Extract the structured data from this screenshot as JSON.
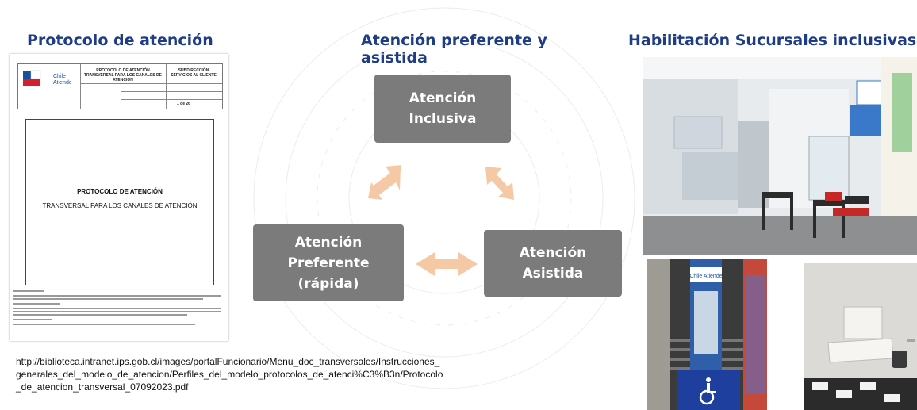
{
  "sections": {
    "protocolo_title": "Protocolo de atención",
    "preferente_title": "Atención preferente y asistida",
    "sucursales_title": "Habilitación Sucursales inclusivas"
  },
  "document": {
    "logo_text": "Chile Atiende",
    "header_title": "PROTOCOLO DE ATENCIÓN TRANSVERSAL PARA LOS CANALES DE ATENCIÓN",
    "header_unit": "SUBDIRECCIÓN SERVICIOS AL CLIENTE",
    "page_label": "1 de 26",
    "main_title_1": "PROTOCOLO DE ATENCIÓN",
    "main_title_2": "TRANSVERSAL PARA LOS CANALES DE ATENCIÓN"
  },
  "diagram": {
    "top": "Atención Inclusiva",
    "left": "Atención Preferente (rápida)",
    "right": "Atención Asistida",
    "arrow_color": "#f6c9a6",
    "box_color": "#7b7b7b"
  },
  "link_text": "http://biblioteca.intranet.ips.gob.cl/images/portalFuncionario/Menu_doc_transversales/Instrucciones_generales_del_modelo_de_atencion/Perfiles_del_modelo_protocolos_de_atenci%C3%B3n/Protocolo_de_atencion_transversal_07092023.pdf",
  "photos": {
    "entrance_sign": "Chile Atiende"
  },
  "colors": {
    "heading": "#1f3c88",
    "link": "#111111"
  }
}
